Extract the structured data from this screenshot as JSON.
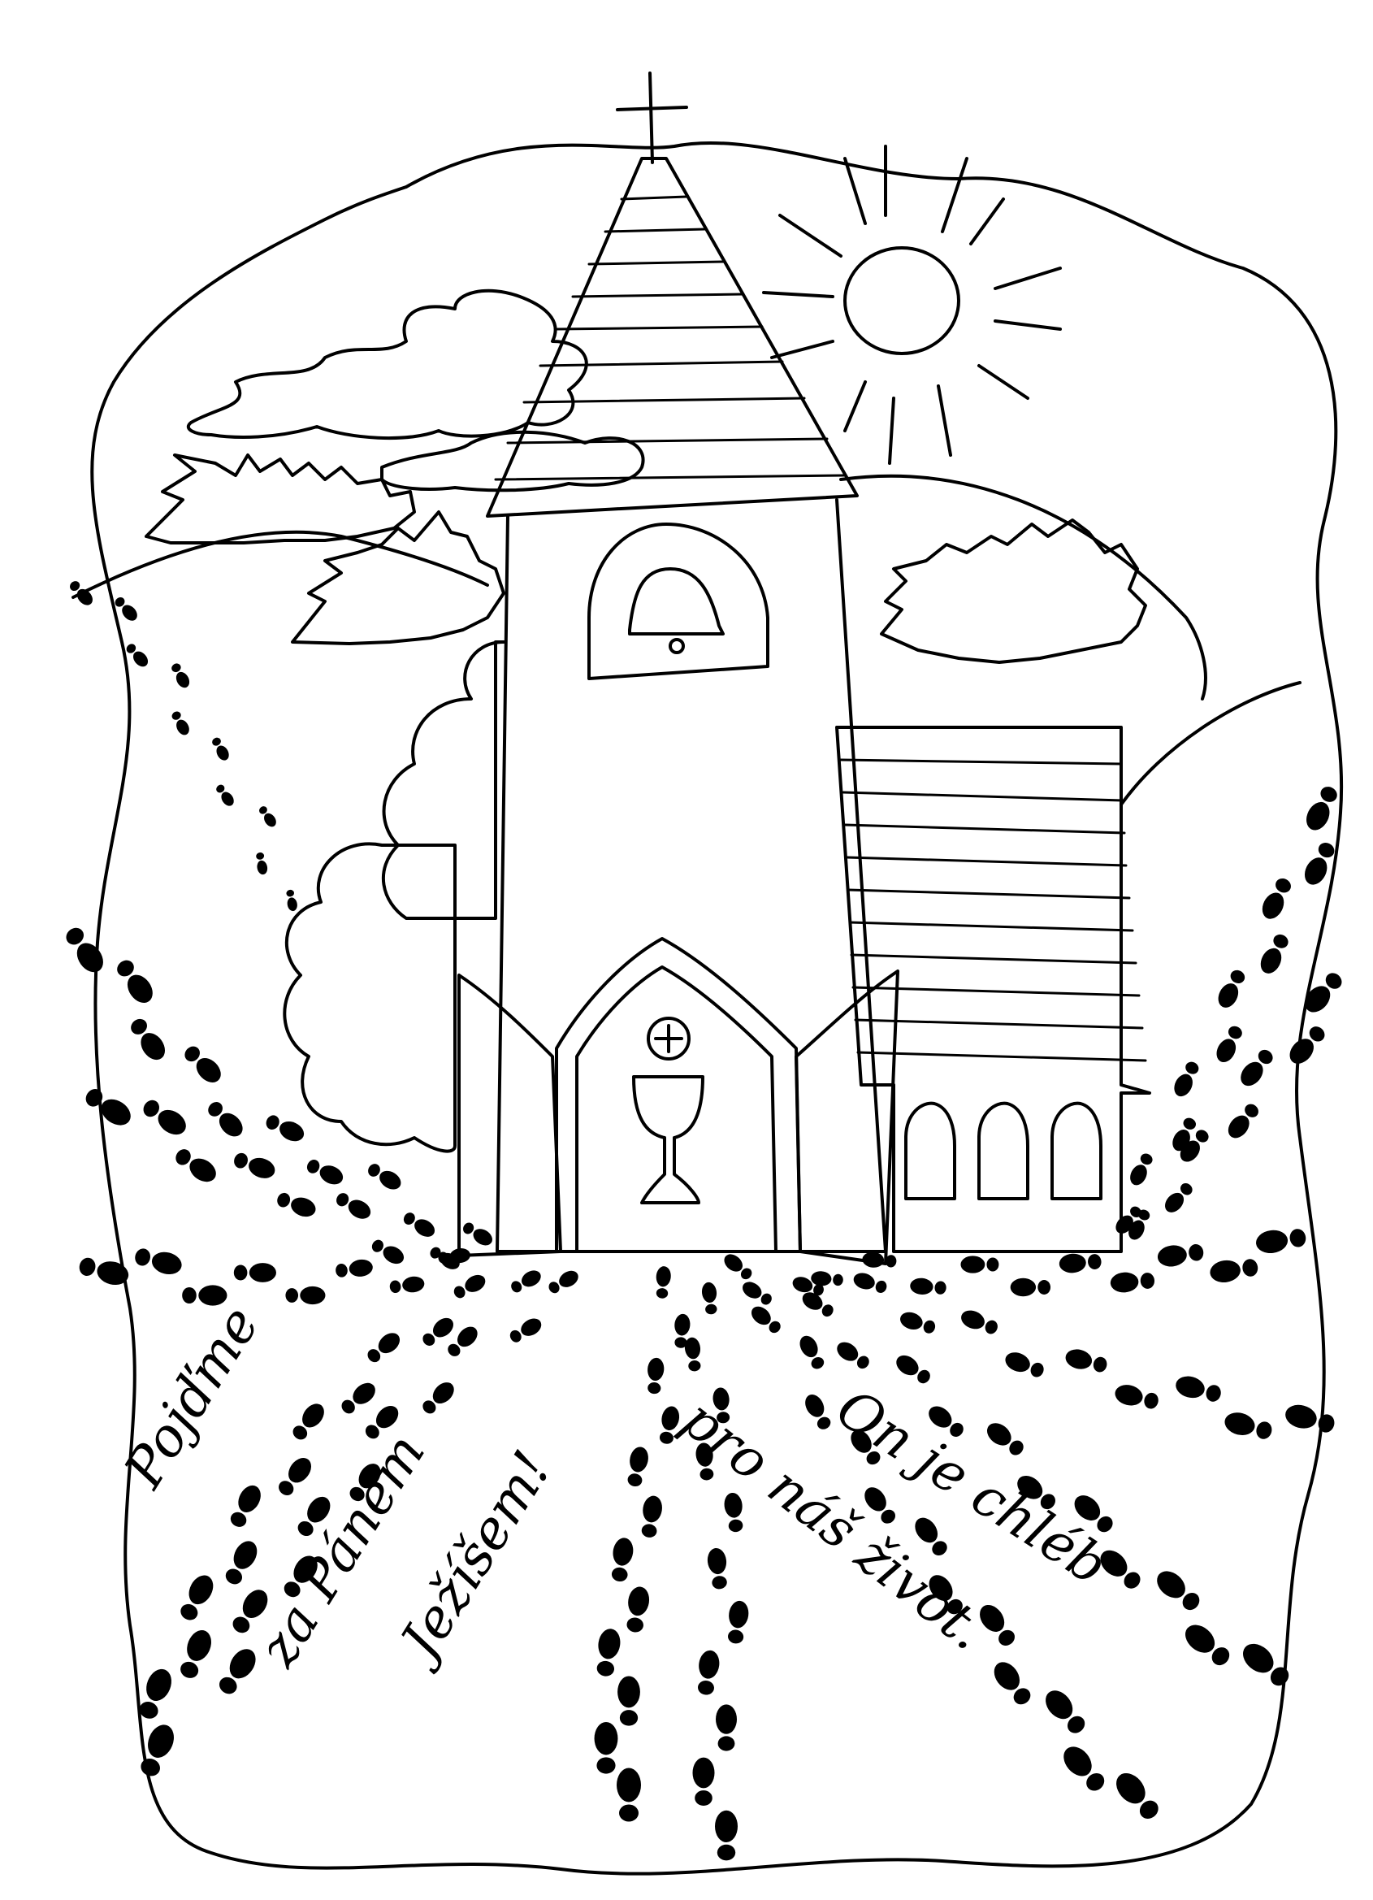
{
  "colors": {
    "ink": "#000000",
    "paper": "#ffffff"
  },
  "texts": {
    "left_1": "Pojďme",
    "left_2": "za Pánem",
    "left_3": "Ježíšem!",
    "right_1": "On je chléb",
    "right_2": "pro náš život."
  }
}
